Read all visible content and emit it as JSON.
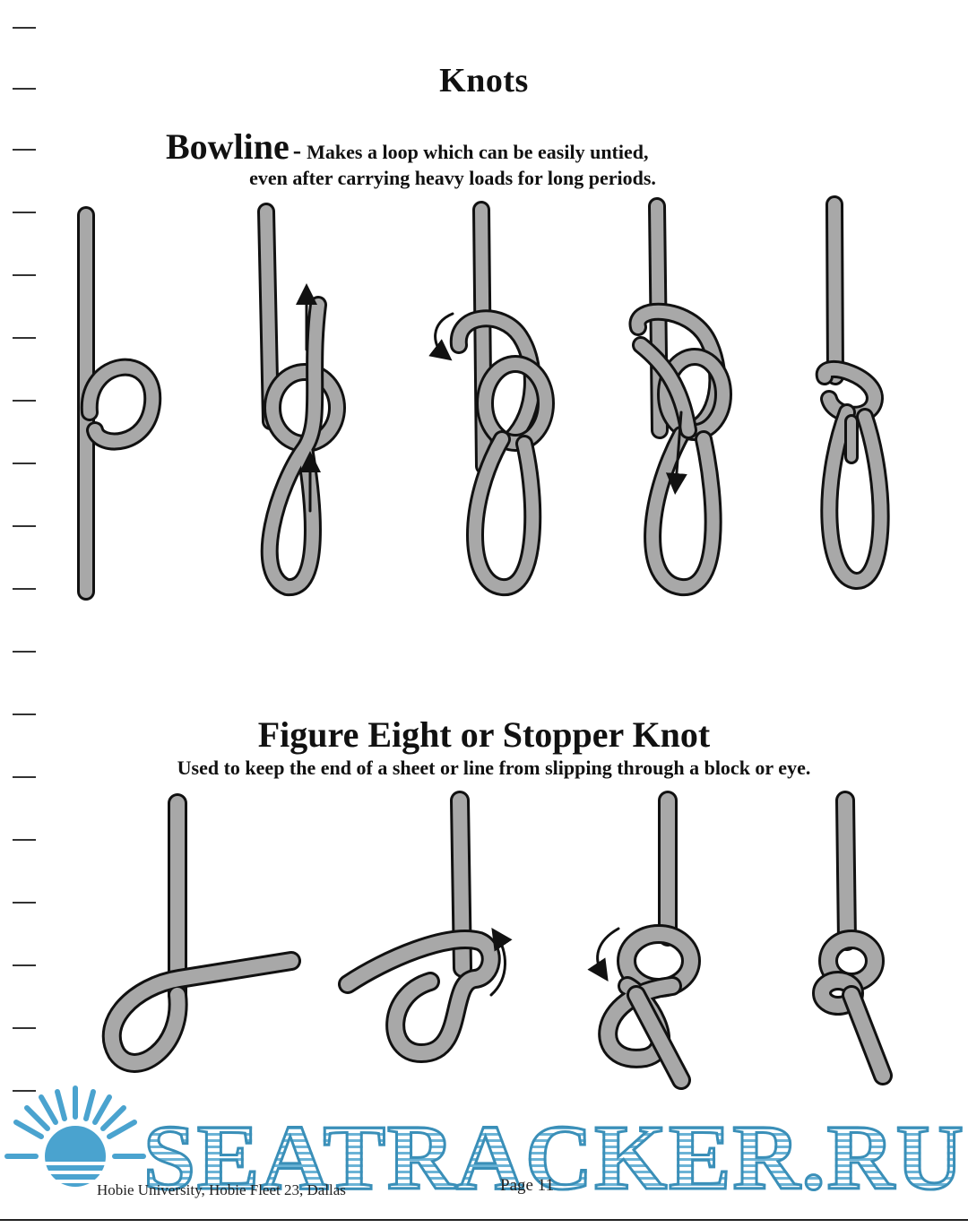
{
  "page": {
    "title": "Knots",
    "bowline": {
      "name": "Bowline",
      "dash": "-",
      "description_line1": "Makes a loop which can be easily untied,",
      "description_line2": "even after carrying heavy loads for long periods."
    },
    "figure_eight": {
      "title": "Figure Eight or Stopper Knot",
      "description": "Used to keep the end of a sheet or line from slipping through a block or eye."
    },
    "watermark": "SEATRACKER.RU",
    "footer": {
      "left": "Hobie University, Hobie Fleet 23, Dallas",
      "page": "Page 11"
    }
  },
  "colors": {
    "rope_fill": "#a8a8a8",
    "rope_outline": "#111111",
    "watermark_blue": "#4aa3cf"
  },
  "icons": [
    "sun-burst-logo-icon",
    "arrow-icon"
  ]
}
